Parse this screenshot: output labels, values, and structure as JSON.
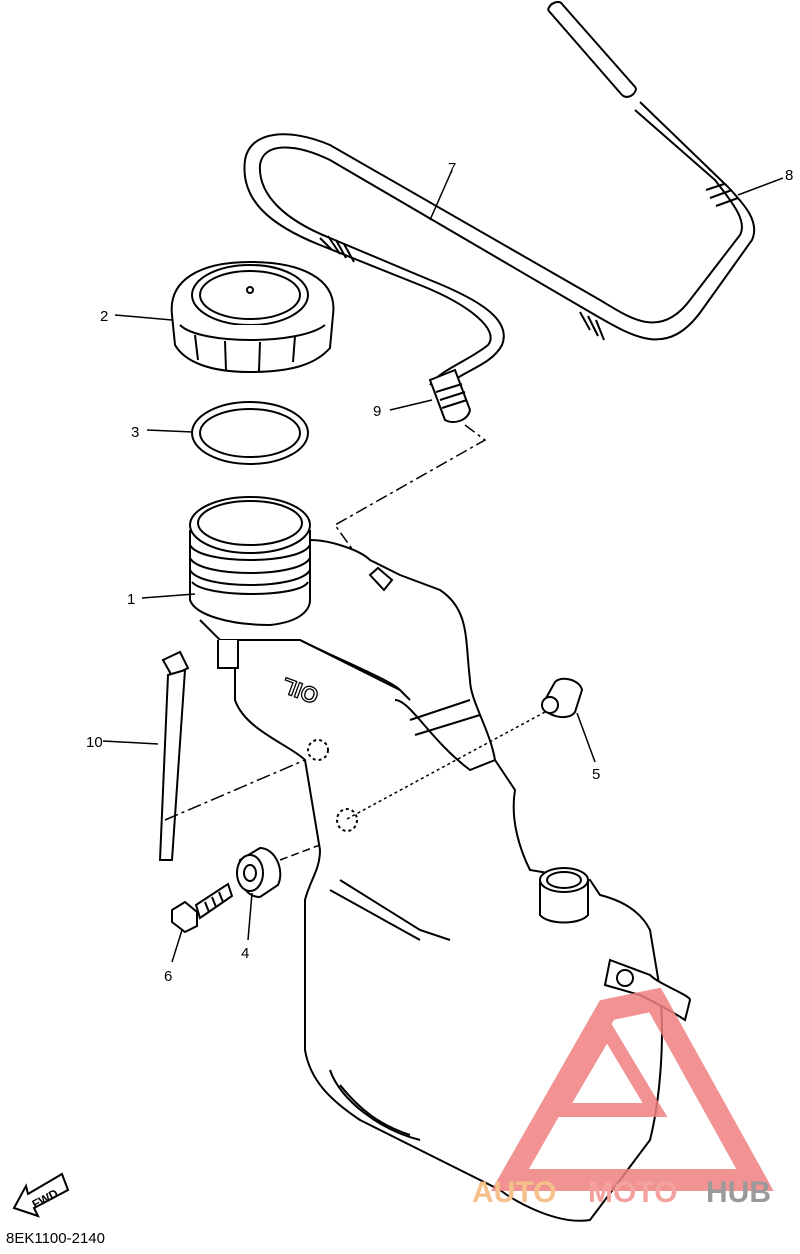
{
  "diagram": {
    "callouts": [
      "1",
      "2",
      "3",
      "4",
      "5",
      "6",
      "7",
      "8",
      "9",
      "10"
    ],
    "embossed_text": "OIL",
    "fwd_label": "FWD",
    "part_number": "8EK1100-2140"
  },
  "watermark": {
    "brand_part1": "AUTO",
    "brand_part2": "MOTO",
    "brand_part3": "HUB",
    "colors": {
      "auto": "#F6C08A",
      "moto": "#F4A2A0",
      "hub": "#9A9A9A",
      "logo": "#F08080"
    }
  }
}
